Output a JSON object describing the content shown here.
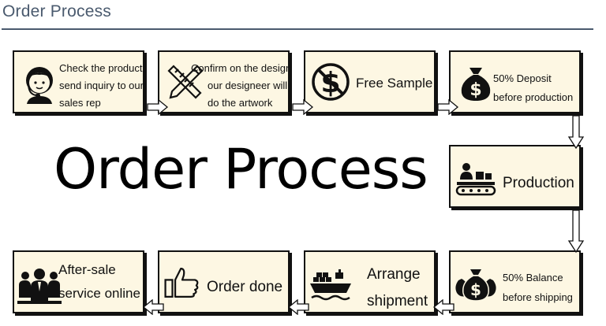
{
  "header": {
    "title": "Order Process"
  },
  "main_title": "Order Process",
  "steps": [
    {
      "lines": [
        "Check the product,",
        "send inquiry to our",
        "sales rep"
      ],
      "icon": "customer-service-icon"
    },
    {
      "lines": [
        "Confirm on the design",
        "our designeer will",
        "do the artwork"
      ],
      "icon": "design-tools-icon"
    },
    {
      "lines": [
        "Free Sample"
      ],
      "icon": "no-dollar-icon"
    },
    {
      "lines": [
        "50% Deposit",
        "before production"
      ],
      "icon": "money-bag-icon"
    },
    {
      "lines": [
        "Production"
      ],
      "icon": "conveyor-worker-icon"
    },
    {
      "lines": [
        "50% Balance",
        "before shipping"
      ],
      "icon": "money-bags-icon"
    },
    {
      "lines": [
        "Arrange",
        "shipment"
      ],
      "icon": "cargo-ship-icon"
    },
    {
      "lines": [
        "Order done"
      ],
      "icon": "thumbs-up-icon"
    },
    {
      "lines": [
        "After-sale",
        "service online"
      ],
      "icon": "team-icon"
    }
  ],
  "colors": {
    "box_fill": "#fdf7e3",
    "border": "#111111",
    "header_text": "#4a5a6e"
  }
}
